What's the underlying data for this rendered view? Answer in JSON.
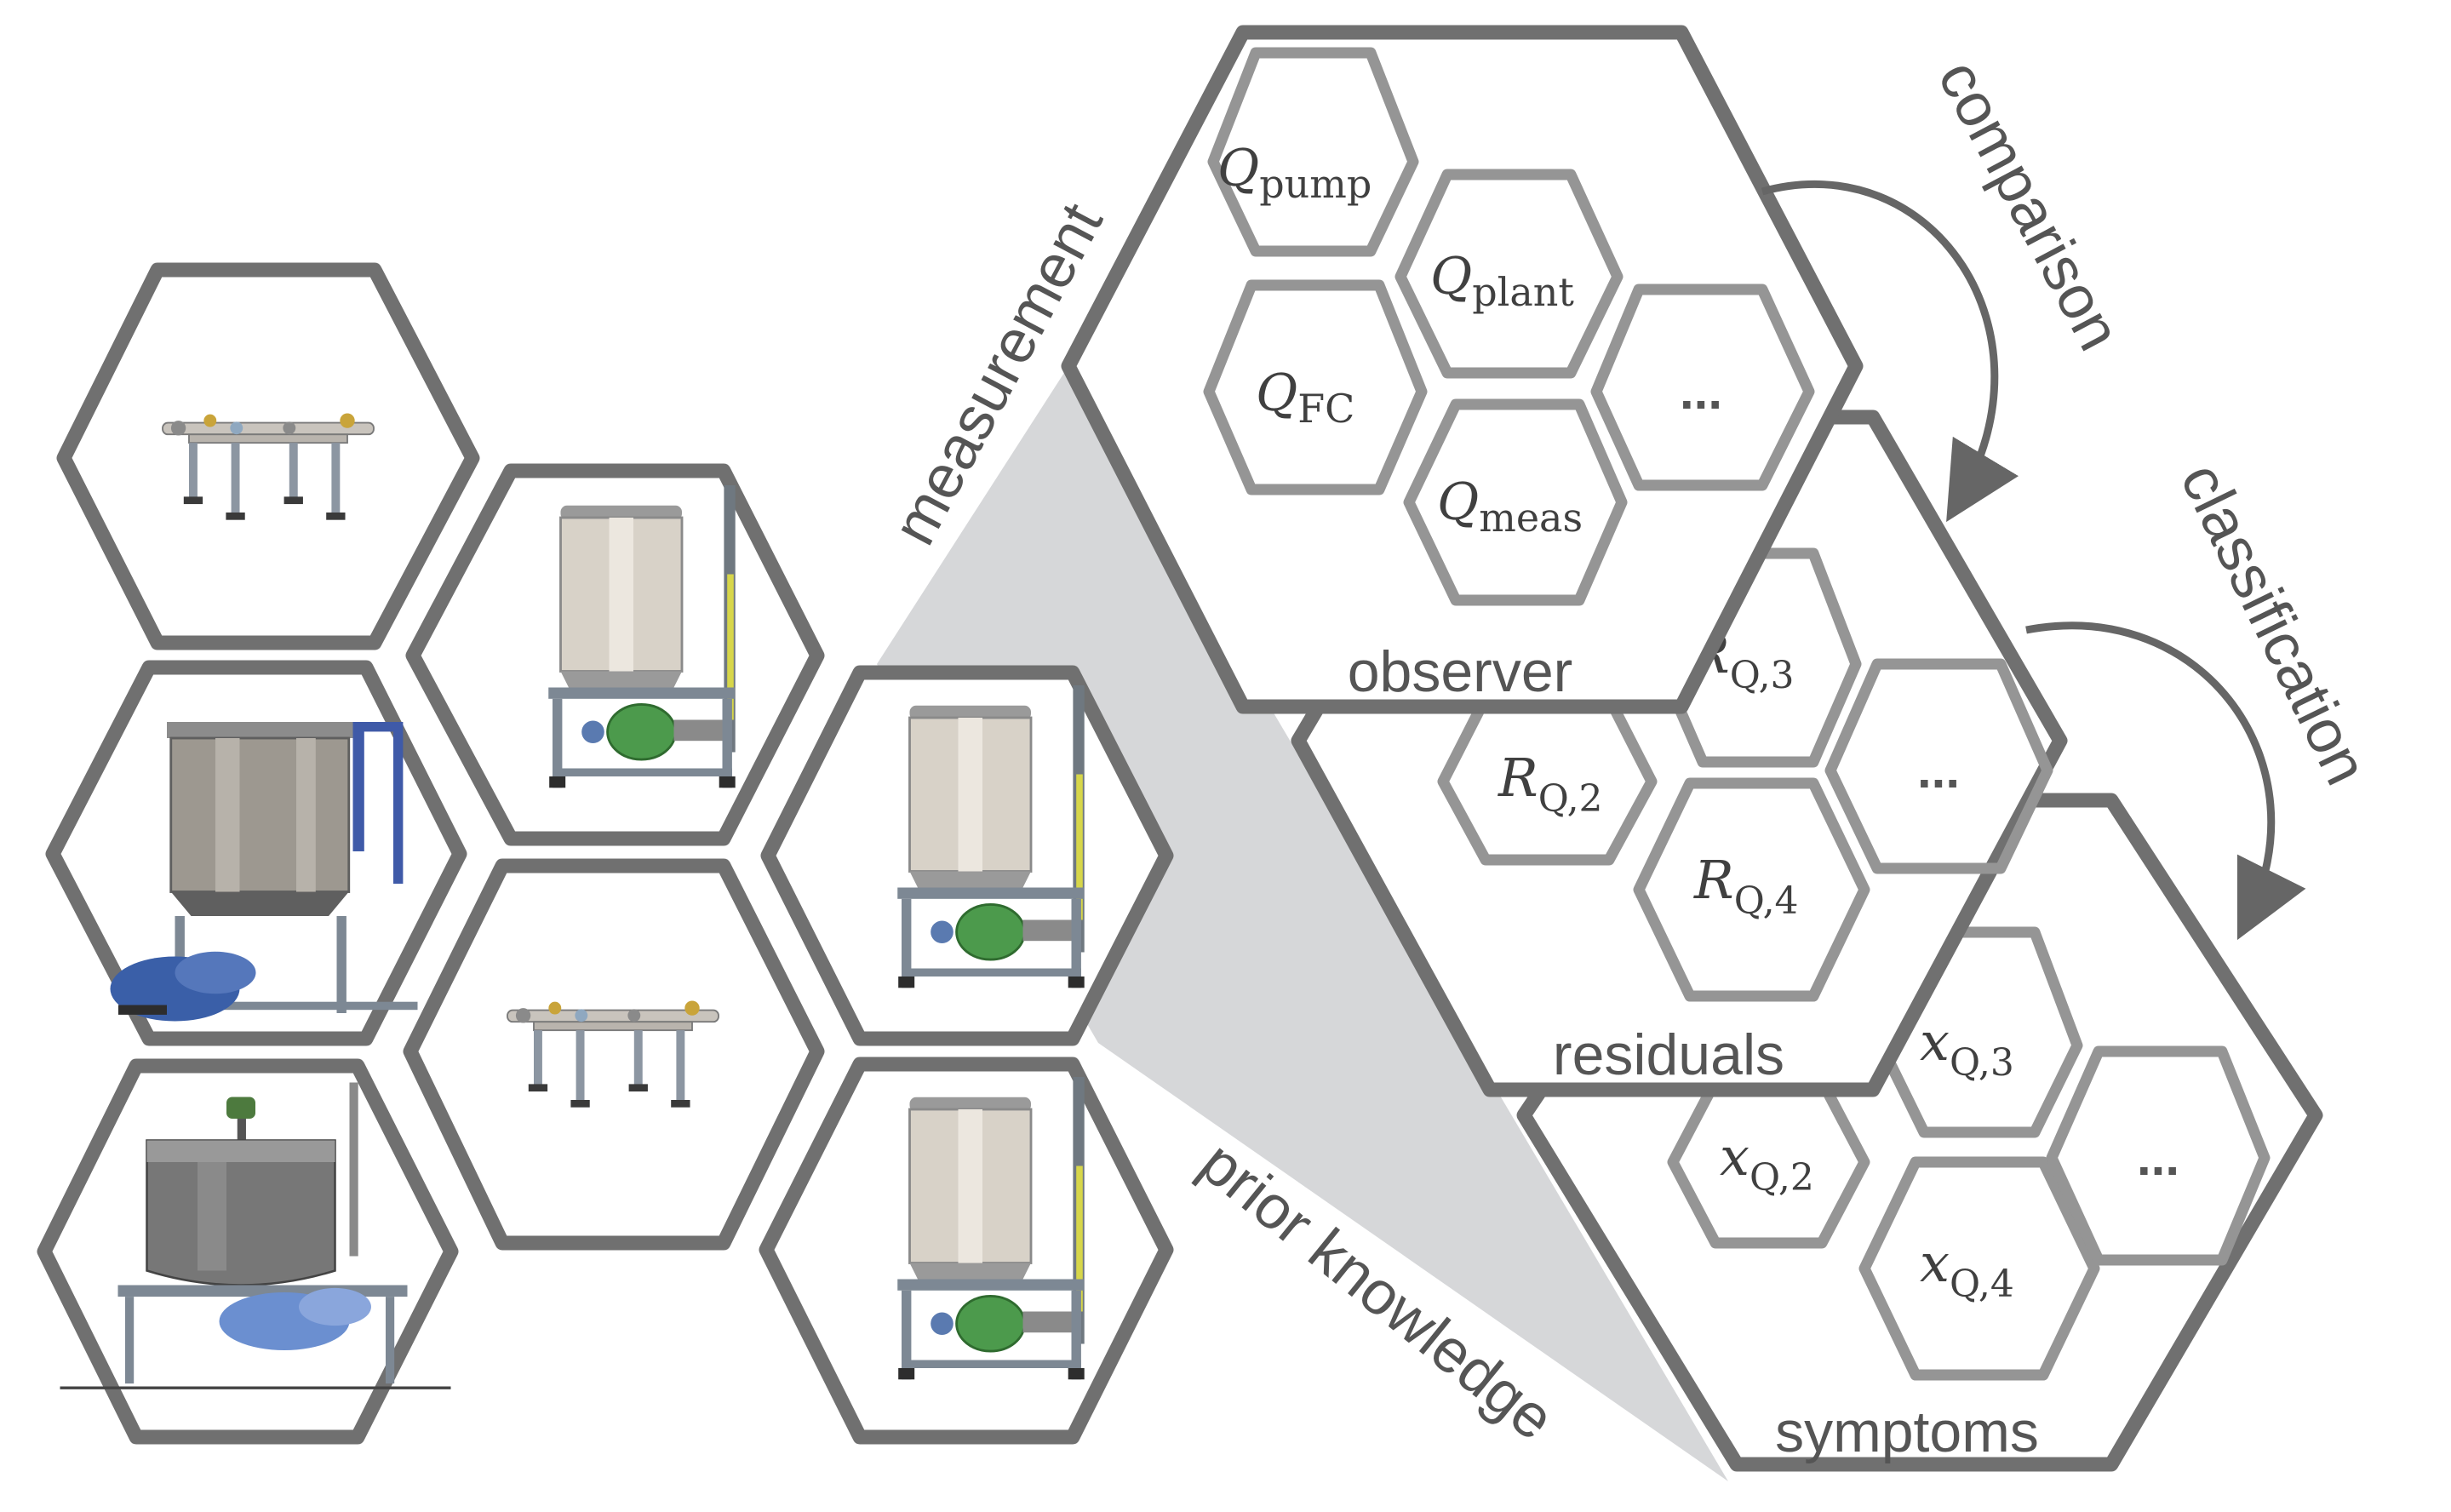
{
  "colors": {
    "outer_stroke": "#707070",
    "inner_stroke": "#959595",
    "wedge_fill": "#d6d7d9",
    "label_text": "#555555",
    "math_text": "#404040",
    "arrow": "#666666"
  },
  "plant_icons": [
    "pipe-rack-icon",
    "tank-pump-icon",
    "mixing-tank-icon",
    "pipe-rack-icon",
    "tank-pump-icon",
    "tank-pump-icon",
    "mixer-unit-icon"
  ],
  "labels": {
    "measurement": "measurement",
    "prior_knowledge": "prior knowledge",
    "comparison": "comparison",
    "classification": "classification",
    "observer": "observer",
    "residuals": "residuals",
    "symptoms": "symptoms"
  },
  "observer": {
    "q_pump": {
      "base": "Q",
      "sub": "pump"
    },
    "q_plant": {
      "base": "Q",
      "sub": "plant"
    },
    "q_fc": {
      "base": "Q",
      "sub": "FC"
    },
    "q_meas": {
      "base": "Q",
      "sub": "meas"
    },
    "more": "..."
  },
  "residuals": {
    "r2": {
      "base": "R",
      "sub": "Q,2"
    },
    "r3": {
      "base": "R",
      "sub": "Q,3"
    },
    "r4": {
      "base": "R",
      "sub": "Q,4"
    },
    "more": "..."
  },
  "symptoms": {
    "x2": {
      "base": "x",
      "sub": "Q,2"
    },
    "x3": {
      "base": "x",
      "sub": "Q,3"
    },
    "x4": {
      "base": "x",
      "sub": "Q,4"
    },
    "more": "..."
  }
}
